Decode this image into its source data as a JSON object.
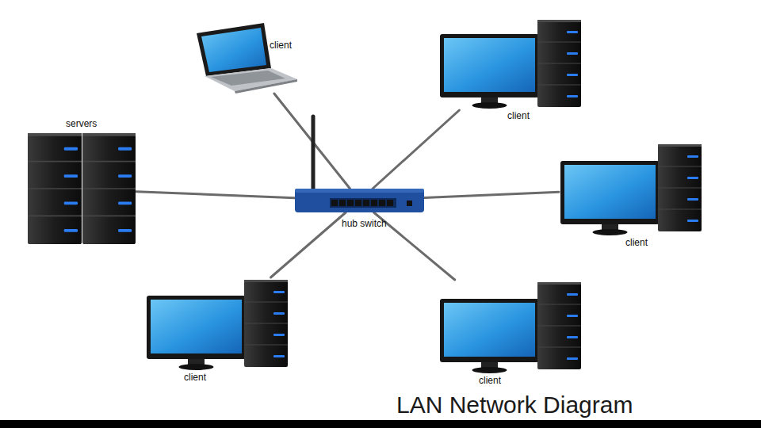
{
  "diagram": {
    "title": "LAN Network Diagram",
    "nodes": [
      {
        "text": [
          "client"
        ]
      },
      {
        "text": [
          "client"
        ]
      },
      {
        "text": [
          "servers"
        ]
      },
      {
        "text": [
          "hub switch"
        ]
      },
      {
        "text": [
          "client"
        ]
      },
      {
        "text": [
          "client"
        ]
      },
      {
        "text": [
          "client"
        ]
      }
    ],
    "edges": [
      {
        "from": 3,
        "to": 0,
        "arrow": "none"
      },
      {
        "from": 3,
        "to": 1,
        "arrow": "none"
      },
      {
        "from": 3,
        "to": 2,
        "arrow": "none"
      },
      {
        "from": 3,
        "to": 4,
        "arrow": "none"
      },
      {
        "from": 3,
        "to": 5,
        "arrow": "none"
      },
      {
        "from": 3,
        "to": 6,
        "arrow": "none"
      }
    ]
  }
}
